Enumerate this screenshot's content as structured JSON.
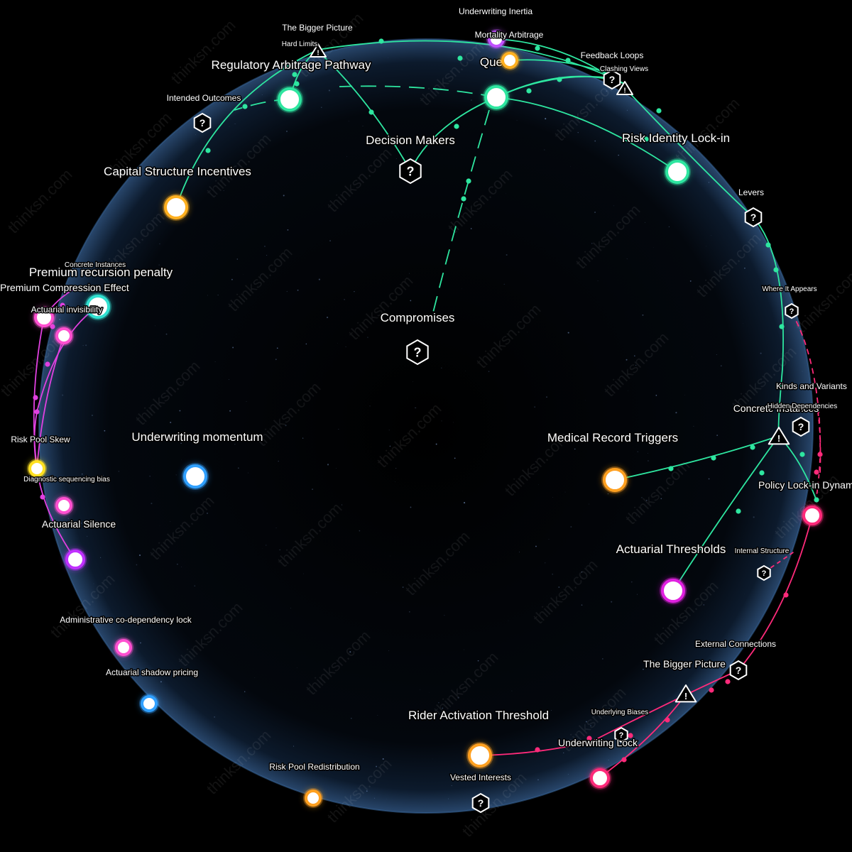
{
  "watermark": "thinksn.com",
  "colors": {
    "edge_green": "#2ee6a0",
    "edge_pink": "#ff2a7a",
    "edge_magenta": "#e040e0",
    "sphere_edge": "#4a7fbf"
  },
  "nodes": [
    {
      "id": "query",
      "label": "Query",
      "color": "#2ee6a0",
      "kind": "circle",
      "size": "lg"
    },
    {
      "id": "mortality-arbitrage",
      "label": "Mortality Arbitrage",
      "color": "#c050ff",
      "kind": "circle",
      "size": "sm"
    },
    {
      "id": "underwriting-inertia",
      "label": "Underwriting Inertia",
      "kind": "text",
      "size": "sm"
    },
    {
      "id": "query-orange",
      "label": "",
      "color": "#ffb020",
      "kind": "circle",
      "size": "sm"
    },
    {
      "id": "the-bigger-picture-top",
      "label": "The Bigger Picture",
      "kind": "text",
      "size": "sm"
    },
    {
      "id": "hard-limits",
      "label": "Hard Limits",
      "kind": "warning",
      "size": "xs"
    },
    {
      "id": "regulatory-arbitrage",
      "label": "Regulatory Arbitrage Pathway",
      "color": "#2ee6a0",
      "kind": "circle",
      "size": "lg"
    },
    {
      "id": "intended-outcomes",
      "label": "Intended Outcomes",
      "kind": "question",
      "size": "sm"
    },
    {
      "id": "decision-makers",
      "label": "Decision Makers",
      "kind": "question",
      "size": "lg"
    },
    {
      "id": "feedback-loops",
      "label": "Feedback Loops",
      "kind": "question",
      "size": "sm"
    },
    {
      "id": "clashing-views",
      "label": "Clashing Views",
      "kind": "warning",
      "size": "xs"
    },
    {
      "id": "risk-identity",
      "label": "Risk Identity Lock-in",
      "color": "#2ee6a0",
      "kind": "circle",
      "size": "lg"
    },
    {
      "id": "capital-structure",
      "label": "Capital Structure Incentives",
      "color": "#ffb020",
      "kind": "circle",
      "size": "lg"
    },
    {
      "id": "levers",
      "label": "Levers",
      "kind": "question",
      "size": "sm"
    },
    {
      "id": "where-it-appears",
      "label": "Where It Appears",
      "kind": "question",
      "size": "xs"
    },
    {
      "id": "compromises",
      "label": "Compromises",
      "kind": "question",
      "size": "lg"
    },
    {
      "id": "kinds-and-variants",
      "label": "Kinds and Variants",
      "kind": "question",
      "size": "sm"
    },
    {
      "id": "concrete-instances-right",
      "label": "Concrete Instances",
      "kind": "warning",
      "size": "md"
    },
    {
      "id": "hidden-dependencies",
      "label": "Hidden Dependencies",
      "kind": "text",
      "size": "xs"
    },
    {
      "id": "medical-record-triggers",
      "label": "Medical Record Triggers",
      "color": "#ffa020",
      "kind": "circle",
      "size": "lg"
    },
    {
      "id": "policy-lock-in",
      "label": "Policy Lock-in Dynamics",
      "color": "#ff2a7a",
      "kind": "circle",
      "size": "md"
    },
    {
      "id": "actuarial-thresholds",
      "label": "Actuarial Thresholds",
      "color": "#e020e0",
      "kind": "circle",
      "size": "lg"
    },
    {
      "id": "internal-structure",
      "label": "Internal Structure",
      "kind": "question",
      "size": "xs"
    },
    {
      "id": "external-connections",
      "label": "External Connections",
      "kind": "question",
      "size": "sm"
    },
    {
      "id": "the-bigger-picture-bottom",
      "label": "The Bigger Picture",
      "kind": "warning",
      "size": "md"
    },
    {
      "id": "underlying-biases",
      "label": "Underlying Biases",
      "kind": "question",
      "size": "xs"
    },
    {
      "id": "underwriting-lock",
      "label": "Underwriting Lock",
      "color": "#ff2a7a",
      "kind": "circle",
      "size": "md"
    },
    {
      "id": "rider-activation",
      "label": "Rider Activation Threshold",
      "color": "#ffa020",
      "kind": "circle",
      "size": "lg"
    },
    {
      "id": "vested-interests",
      "label": "Vested Interests",
      "kind": "question",
      "size": "sm"
    },
    {
      "id": "risk-pool-redistribution",
      "label": "Risk Pool Redistribution",
      "color": "#ffa020",
      "kind": "circle",
      "size": "sm"
    },
    {
      "id": "concrete-instances-left",
      "label": "Concrete Instances",
      "kind": "text",
      "size": "xs"
    },
    {
      "id": "premium-recursion",
      "label": "Premium recursion penalty",
      "color": "#30e0d0",
      "kind": "circle",
      "size": "lg"
    },
    {
      "id": "premium-compression",
      "label": "Premium Compression Effect",
      "color": "#ff50d0",
      "kind": "circle",
      "size": "md"
    },
    {
      "id": "actuarial-invisibility",
      "label": "Actuarial invisibility",
      "color": "#ff50d0",
      "kind": "circle",
      "size": "sm"
    },
    {
      "id": "risk-pool-skew",
      "label": "Risk Pool Skew",
      "color": "#ffe020",
      "kind": "circle",
      "size": "sm"
    },
    {
      "id": "diagnostic-sequencing",
      "label": "Diagnostic sequencing bias",
      "color": "#ff50d0",
      "kind": "circle",
      "size": "xs"
    },
    {
      "id": "actuarial-silence",
      "label": "Actuarial Silence",
      "color": "#c030ff",
      "kind": "circle",
      "size": "md"
    },
    {
      "id": "underwriting-momentum",
      "label": "Underwriting momentum",
      "color": "#30a0ff",
      "kind": "circle",
      "size": "lg"
    },
    {
      "id": "admin-codependency",
      "label": "Administrative co-dependency lock",
      "color": "#ff50d0",
      "kind": "circle",
      "size": "sm"
    },
    {
      "id": "actuarial-shadow",
      "label": "Actuarial shadow pricing",
      "color": "#30a0ff",
      "kind": "circle",
      "size": "sm"
    }
  ]
}
